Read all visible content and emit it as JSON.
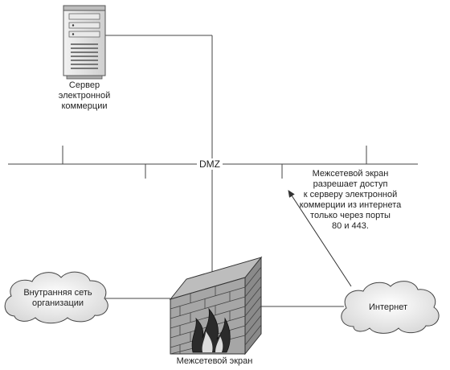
{
  "server": {
    "label_lines": [
      "Сервер",
      "электронной",
      "коммерции"
    ]
  },
  "dmz": {
    "label": "DMZ"
  },
  "firewall": {
    "label": "Межсетевой экран"
  },
  "internal_network": {
    "label_lines": [
      "Внутранняя сеть",
      "организации"
    ]
  },
  "internet": {
    "label": "Интернет"
  },
  "note": {
    "lines": [
      "Межсетевой экран",
      "разрешает доступ",
      "к серверу электронной",
      "коммерции из интернета",
      "только через порты",
      "80 и 443."
    ]
  }
}
